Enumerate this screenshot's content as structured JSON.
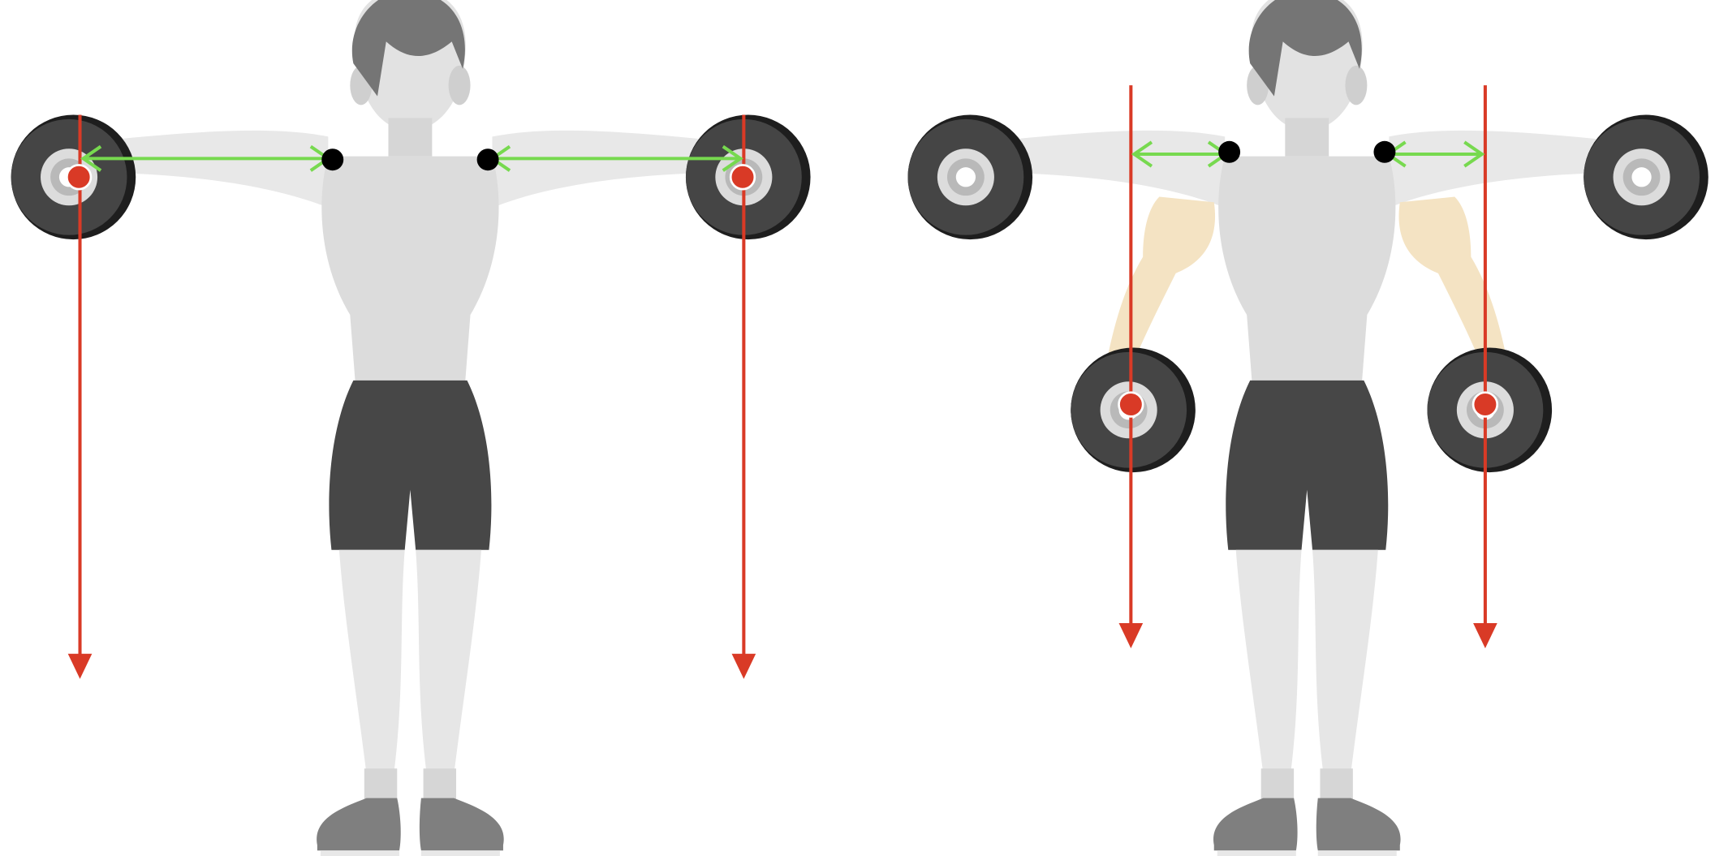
{
  "diagram": {
    "panels": [
      {
        "id": "arms-raised",
        "arm_position": "horizontal"
      },
      {
        "id": "arms-lowered",
        "arm_position": "hanging"
      }
    ],
    "colors": {
      "gravity_line": "#d93a26",
      "moment_arm": "#77d94f",
      "joint": "#000000",
      "body": "#e4e4e4",
      "shorts": "#474747",
      "dumbbell": "#3f3f3f",
      "highlight_arm": "#f4e3c3"
    }
  }
}
